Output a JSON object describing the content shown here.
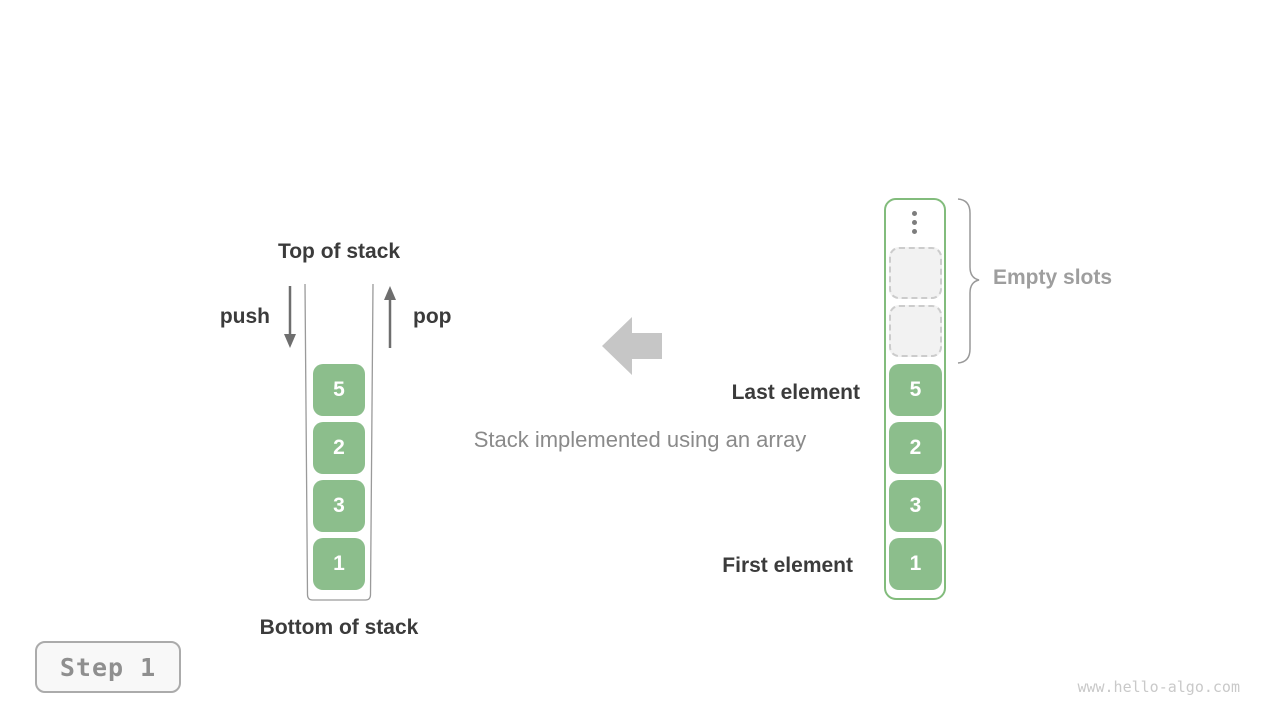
{
  "colors": {
    "cell_green": "#8cbe8c",
    "container_green": "#82bc7c",
    "wall_gray": "#9a9a9a",
    "arrow_dark": "#6e6e6e",
    "big_arrow_gray": "#c6c6c6",
    "label_dark": "#3b3b3b",
    "muted_label": "#9e9e9e",
    "caption_gray": "#8a8a8a",
    "brace_gray": "#999999",
    "empty_slot_bg": "#f2f2f2",
    "empty_slot_border": "#cccccc"
  },
  "left_stack": {
    "top_label": "Top of stack",
    "bottom_label": "Bottom of stack",
    "push_label": "push",
    "pop_label": "pop",
    "cells": [
      "5",
      "2",
      "3",
      "1"
    ]
  },
  "center": {
    "caption": "Stack implemented using an array",
    "arrow_icon": "big-left-arrow"
  },
  "right_array": {
    "cells": [
      "5",
      "2",
      "3",
      "1"
    ],
    "empty_slot_count": 2,
    "ellipsis_dot_count": 3,
    "empty_slots_label": "Empty slots",
    "last_element_label": "Last element",
    "first_element_label": "First element"
  },
  "footer": {
    "step_label": "Step 1",
    "watermark": "www.hello-algo.com"
  }
}
